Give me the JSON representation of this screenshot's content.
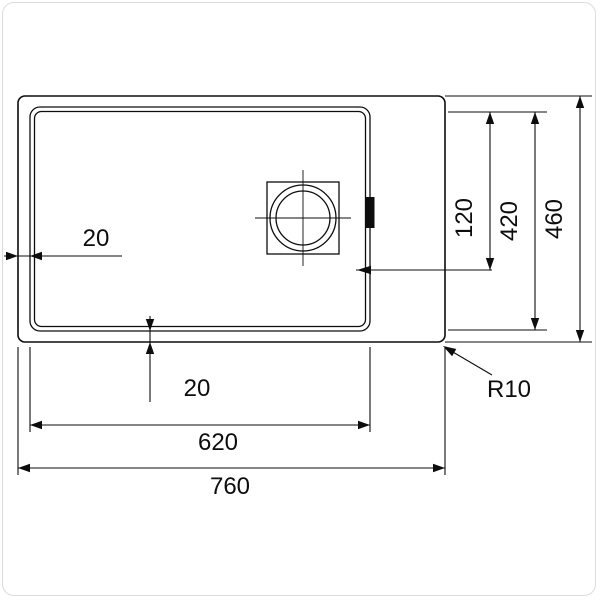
{
  "drawing": {
    "kind": "sink-plan-technical-drawing",
    "background_color": "#ffffff",
    "line_color": "#0d0d0d",
    "labels": {
      "rim_offset_left": "20",
      "rim_offset_bottom": "20",
      "drain_offset": "120",
      "bowl_depth": "420",
      "outer_depth": "460",
      "bowl_width": "620",
      "outer_width": "760",
      "corner_radius": "R10"
    }
  }
}
